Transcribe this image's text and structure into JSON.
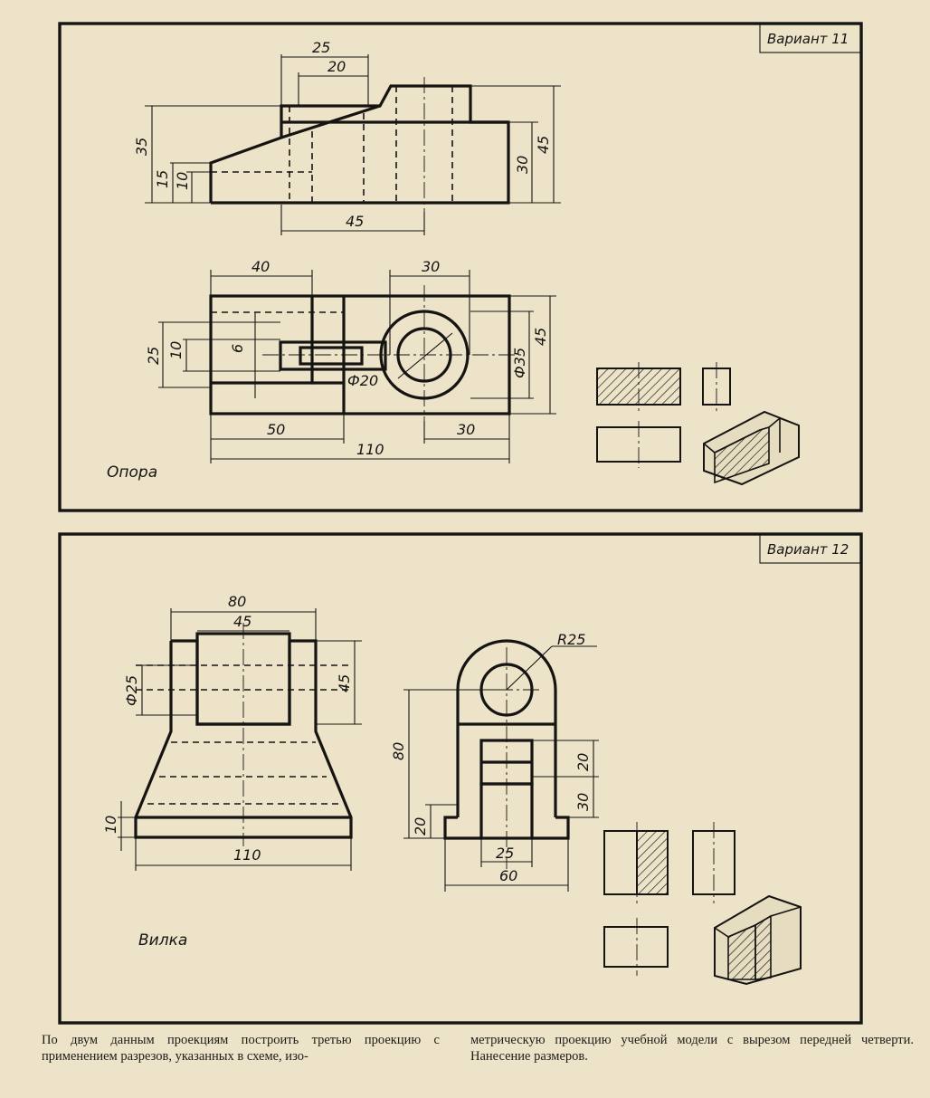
{
  "sheet": {
    "top_panel": {
      "variant_label": "Вариант 11",
      "part_name": "Опора",
      "dims": {
        "d25": "25",
        "d20": "20",
        "d35": "35",
        "d15": "15",
        "d10": "10",
        "d45_bottom": "45",
        "d30_right": "30",
        "d45_right": "45",
        "d40": "40",
        "d30_top": "30",
        "d25_left": "25",
        "d10_left": "10",
        "d6": "6",
        "phi20": "Ф20",
        "phi35": "Ф35",
        "d45_plan": "45",
        "d50": "50",
        "d30_bottom": "30",
        "d110": "110"
      }
    },
    "bottom_panel": {
      "variant_label": "Вариант 12",
      "part_name": "Вилка",
      "dims": {
        "d80_top": "80",
        "d45_top": "45",
        "phi25": "Ф25",
        "d45_right": "45",
        "d10": "10",
        "d110": "110",
        "r25": "R25",
        "d80_left": "80",
        "d20_left": "20",
        "d20_right": "20",
        "d30_right": "30",
        "d25": "25",
        "d60": "60"
      }
    },
    "footer": {
      "left": "По двум данным проекциям построить третью проекцию с применением разрезов, указанных в схеме, изо-",
      "right": "метрическую проекцию учебной модели с вырезом передней четверти. Нанесение размеров."
    }
  }
}
